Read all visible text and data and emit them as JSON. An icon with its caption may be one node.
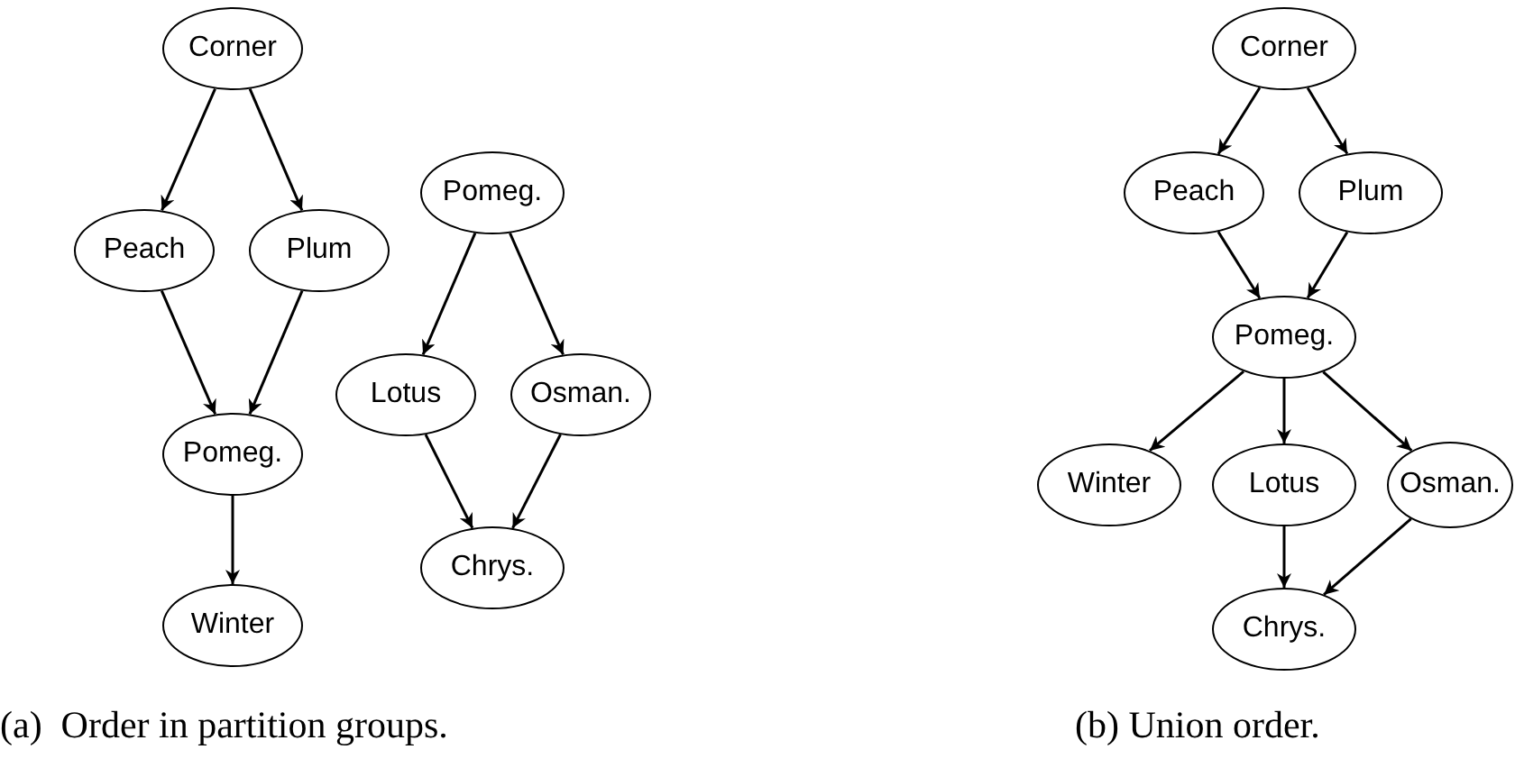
{
  "diagram": {
    "nodes": [
      {
        "text": [
          "Corner"
        ]
      },
      {
        "text": [
          "Peach"
        ]
      },
      {
        "text": [
          "Plum"
        ]
      },
      {
        "text": [
          "Pomeg."
        ]
      },
      {
        "text": [
          "Winter"
        ]
      },
      {
        "text": [
          "Pomeg."
        ]
      },
      {
        "text": [
          "Lotus"
        ]
      },
      {
        "text": [
          "Osman."
        ]
      },
      {
        "text": [
          "Chrys."
        ]
      },
      {
        "text": [
          "Corner"
        ]
      },
      {
        "text": [
          "Peach"
        ]
      },
      {
        "text": [
          "Plum"
        ]
      },
      {
        "text": [
          "Pomeg."
        ]
      },
      {
        "text": [
          "Winter"
        ]
      },
      {
        "text": [
          "Lotus"
        ]
      },
      {
        "text": [
          "Osman."
        ]
      },
      {
        "text": [
          "Chrys."
        ]
      }
    ],
    "edges": [
      {
        "from": 0,
        "to": 1,
        "arrow": "to"
      },
      {
        "from": 0,
        "to": 2,
        "arrow": "to"
      },
      {
        "from": 1,
        "to": 3,
        "arrow": "to"
      },
      {
        "from": 2,
        "to": 3,
        "arrow": "to"
      },
      {
        "from": 3,
        "to": 4,
        "arrow": "to"
      },
      {
        "from": 5,
        "to": 6,
        "arrow": "to"
      },
      {
        "from": 5,
        "to": 7,
        "arrow": "to"
      },
      {
        "from": 6,
        "to": 8,
        "arrow": "to"
      },
      {
        "from": 7,
        "to": 8,
        "arrow": "to"
      },
      {
        "from": 9,
        "to": 10,
        "arrow": "to"
      },
      {
        "from": 9,
        "to": 11,
        "arrow": "to"
      },
      {
        "from": 10,
        "to": 12,
        "arrow": "to"
      },
      {
        "from": 11,
        "to": 12,
        "arrow": "to"
      },
      {
        "from": 12,
        "to": 13,
        "arrow": "to"
      },
      {
        "from": 12,
        "to": 14,
        "arrow": "to"
      },
      {
        "from": 12,
        "to": 15,
        "arrow": "to"
      },
      {
        "from": 14,
        "to": 16,
        "arrow": "to"
      },
      {
        "from": 15,
        "to": 16,
        "arrow": "to"
      }
    ],
    "labels": [
      "(a)  Order in partition groups.",
      "(b) Union order."
    ]
  }
}
